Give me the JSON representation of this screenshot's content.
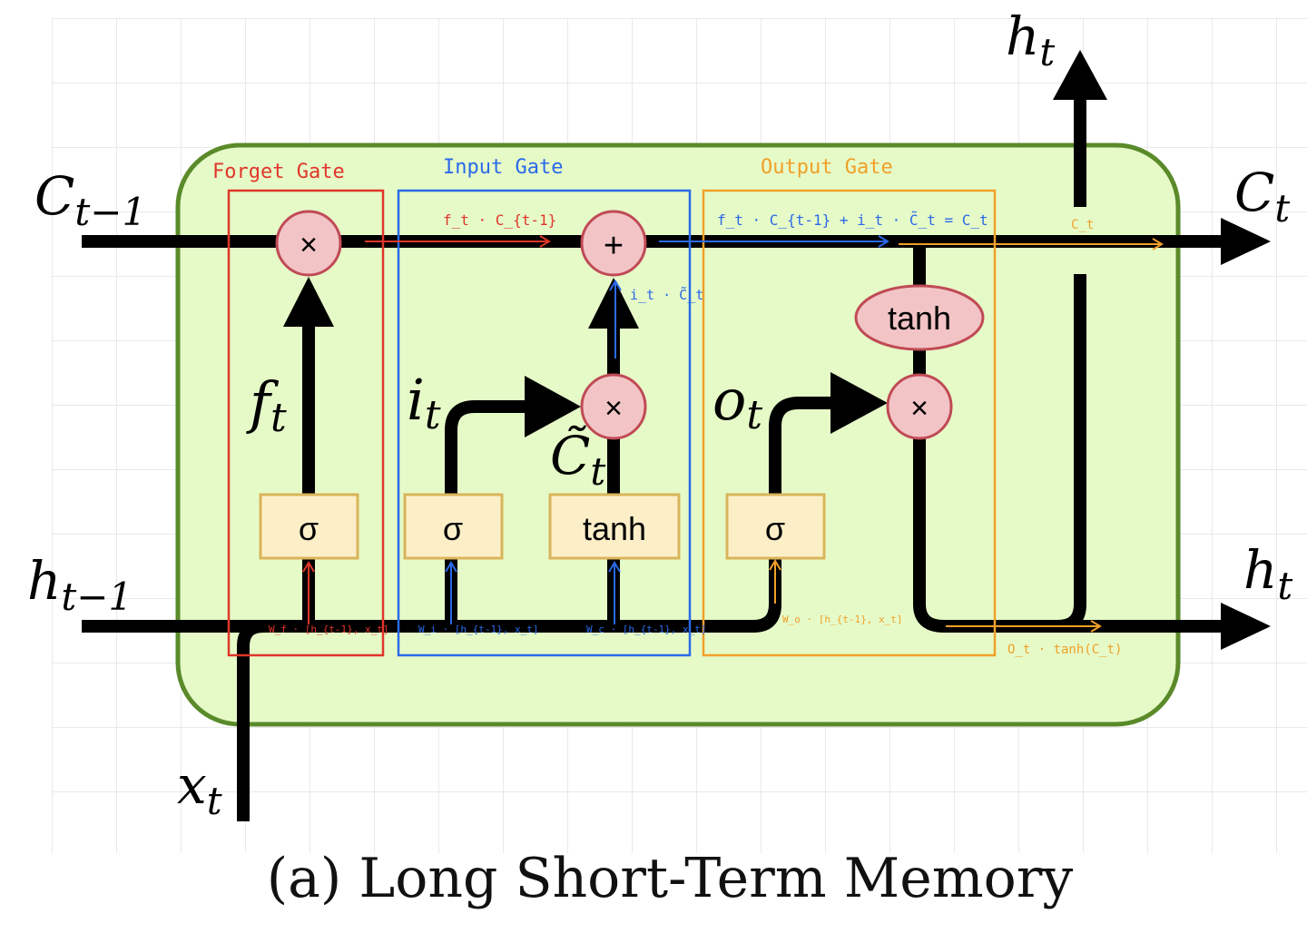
{
  "caption": "(a) Long Short-Term Memory",
  "colors": {
    "cell_fill": "#e6fac8",
    "cell_stroke": "#5a8a2a",
    "op_fill": "#f2c4c6",
    "op_stroke": "#c04a55",
    "layer_fill": "#fcefc8",
    "layer_stroke": "#d9b45a",
    "forget": "#e0362a",
    "input": "#2a6ae8",
    "output": "#f0a028",
    "grid": "#e4e4e4",
    "line": "#000000"
  },
  "gates": {
    "forget": {
      "title": "Forget Gate",
      "weight_note": "W_f · [h_{t-1}, x_t]",
      "flow_note": "f_t · C_{t-1}"
    },
    "input": {
      "title": "Input Gate",
      "weight_note_i": "W_i · [h_{t-1}, x_t]",
      "weight_note_c": "W_c · [h_{t-1}, x_t]",
      "flow_note": "f_t · C_{t-1} + i_t · C̃_t = C_t",
      "up_note": "i_t · C̃_t"
    },
    "output": {
      "title": "Output Gate",
      "weight_note": "W_o · [h_{t-1}, x_t]",
      "flow_note": "C_t",
      "out_note": "O_t · tanh(C_t)"
    }
  },
  "ops": {
    "multiply": "×",
    "add": "+"
  },
  "layers": {
    "sigma": "σ",
    "tanh": "tanh"
  },
  "labels": {
    "c_prev": {
      "main": "C",
      "sub": "t−1"
    },
    "c_next": {
      "main": "C",
      "sub": "t"
    },
    "h_prev": {
      "main": "h",
      "sub": "t−1"
    },
    "h_next": {
      "main": "h",
      "sub": "t"
    },
    "h_top": {
      "main": "h",
      "sub": "t"
    },
    "x_t": {
      "main": "x",
      "sub": "t"
    },
    "f_t": {
      "main": "f",
      "sub": "t"
    },
    "i_t": {
      "main": "i",
      "sub": "t"
    },
    "o_t": {
      "main": "o",
      "sub": "t"
    },
    "c_tilde": {
      "main": "C̃",
      "sub": "t"
    }
  }
}
